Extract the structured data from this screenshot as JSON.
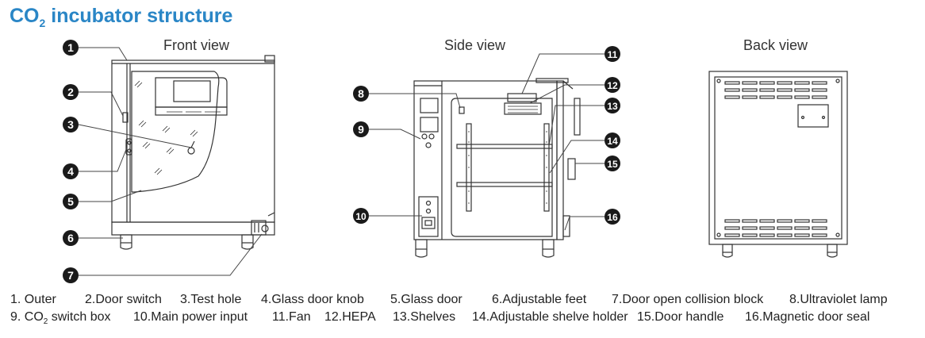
{
  "title": {
    "main": "CO",
    "sub": "2",
    "rest": " incubator structure"
  },
  "views": {
    "front": "Front view",
    "side": "Side view",
    "back": "Back view"
  },
  "markers": {
    "m1": "1",
    "m2": "2",
    "m3": "3",
    "m4": "4",
    "m5": "5",
    "m6": "6",
    "m7": "7",
    "m8": "8",
    "m9": "9",
    "m10": "10",
    "m11": "11",
    "m12": "12",
    "m13": "13",
    "m14": "14",
    "m15": "15",
    "m16": "16"
  },
  "legend": {
    "l1": "1. Outer",
    "l2": "2.Door switch",
    "l3": "3.Test hole",
    "l4": "4.Glass door knob",
    "l5": "5.Glass door",
    "l6": "6.Adjustable feet",
    "l7": "7.Door open collision block",
    "l8": "8.Ultraviolet lamp",
    "l9a": "9. CO",
    "l9sub": "2",
    "l9b": " switch box",
    "l10": "10.Main power input",
    "l11": "11.Fan",
    "l12": "12.HEPA",
    "l13": "13.Shelves",
    "l14": "14.Adjustable shelve holder",
    "l15": "15.Door handle",
    "l16": "16.Magnetic door seal"
  },
  "colors": {
    "title": "#2a86c6",
    "badge": "#1a1a1a",
    "line": "#333333"
  }
}
